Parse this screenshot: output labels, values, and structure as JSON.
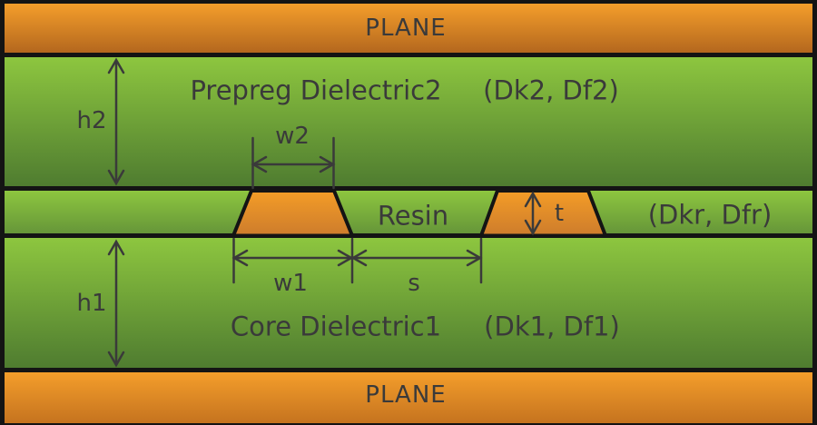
{
  "diagram_title": "Stripline cross-section stack-up diagram",
  "layers": {
    "plane_top": {
      "label": "PLANE"
    },
    "prepreg": {
      "label": "Prepreg Dielectric2",
      "params": "(Dk2, Df2)"
    },
    "resin": {
      "label": "Resin",
      "params": "(Dkr, Dfr)"
    },
    "core": {
      "label": "Core Dielectric1",
      "params": "(Dk1, Df1)"
    },
    "plane_bottom": {
      "label": "PLANE"
    }
  },
  "dimensions": {
    "h2": {
      "label": "h2"
    },
    "w2": {
      "label": "w2"
    },
    "t": {
      "label": "t"
    },
    "w1": {
      "label": "w1"
    },
    "s": {
      "label": "s"
    },
    "h1": {
      "label": "h1"
    }
  },
  "colors": {
    "plane_orange_top": "#f49e2b",
    "plane_orange_bottom": "#b4671e",
    "dielectric_green_light": "#8dc63f",
    "dielectric_green_dark": "#4f7c30",
    "trace_orange_top": "#f49d27",
    "trace_orange_bottom": "#cd7c2c",
    "outline_black": "#141414",
    "annotation_text": "#3a3a3a"
  }
}
